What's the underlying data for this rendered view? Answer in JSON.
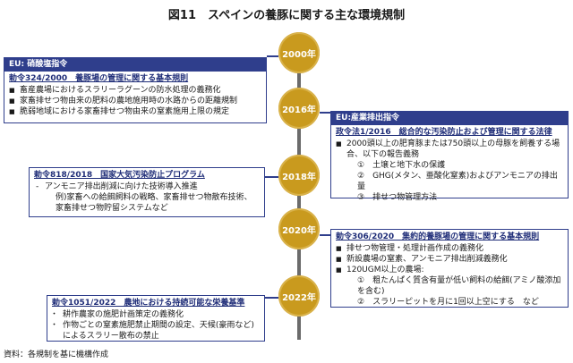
{
  "title": "図11　スペインの養豚に関する主な環境規制",
  "years": [
    "2000年",
    "2016年",
    "2018年",
    "2020年",
    "2022年"
  ],
  "boxes": {
    "eu1": {
      "head": "EU: 硝酸塩指令",
      "sub": "勅令324/2000　養豚場の管理に関する基本規則",
      "items": [
        "畜産農場におけるスラリーラグーンの防水処理の義務化",
        "家畜排せつ物由来の肥料の農地施用時の水路からの距離規制",
        "脆弱地域における家畜排せつ物由来の窒素施用上限の規定"
      ]
    },
    "eu2": {
      "head": "EU:産業排出指令",
      "sub": "政令法1/2016　総合的な汚染防止および管理に関する法律",
      "items": [
        "2000頭以上の肥育豚または750頭以上の母豚を飼養する場合、以下の報告義務"
      ],
      "numbered": [
        "①　土壌と地下水の保護",
        "②　GHG(メタン、亜酸化窒素)およびアンモニアの排出量",
        "③　排せつ物管理方法"
      ]
    },
    "r2018": {
      "sub": "勅令818/2018　国家大気汚染防止プログラム",
      "items": [
        "アンモニア排出削減に向けた技術導入推進",
        "例)家畜への給餌飼料の戦略、家畜排せつ物散布技術、家畜排せつ物貯留システムなど"
      ]
    },
    "r2020": {
      "sub": "勅令306/2020　集約的養豚場の管理に関する基本規則",
      "items": [
        "排せつ物管理・処理計画作成の義務化",
        "新設農場の窒素、アンモニア排出削減義務化",
        "120UGM以上の農場:"
      ],
      "numbered": [
        "①　粗たんぱく質含有量が低い飼料の給餌(アミノ酸添加を含む)",
        "②　スラリーピットを月に1回以上空にする　など"
      ]
    },
    "r2022": {
      "sub": "勅令1051/2022　農地における持続可能な栄養基準",
      "items": [
        "耕作農家の施肥計画策定の義務化",
        "作物ごとの窒素施肥禁止期間の設定、天候(豪雨など)によるスラリー散布の禁止"
      ]
    }
  },
  "source": "資料：各規制を基に機構作成"
}
